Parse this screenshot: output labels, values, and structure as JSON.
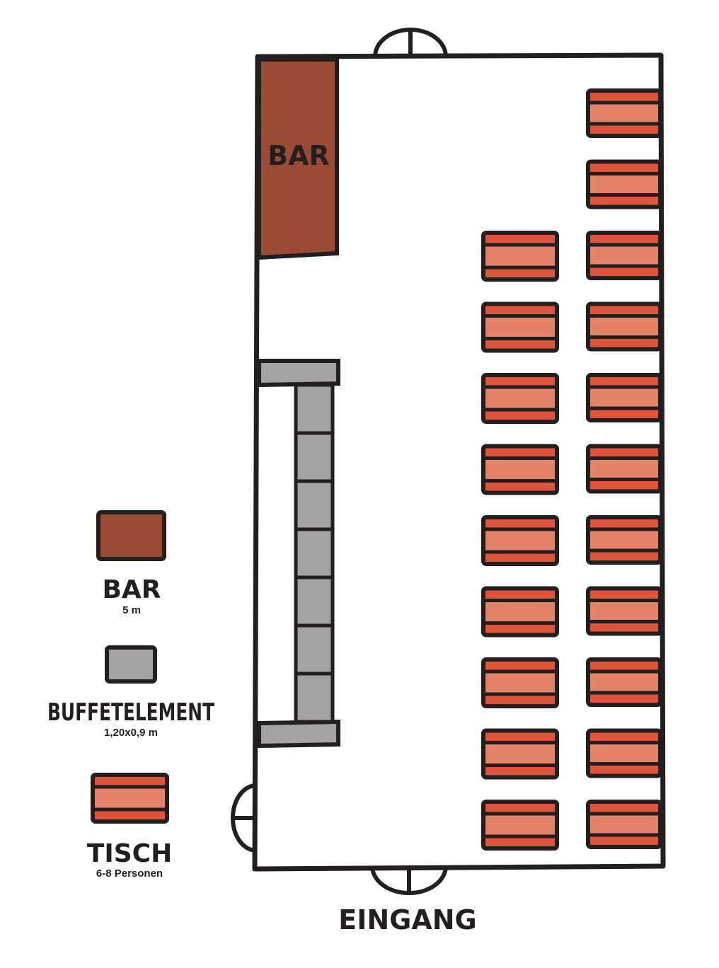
{
  "bar_label": "BAR",
  "entrance_label": "EINGANG",
  "legend": {
    "bar": {
      "label": "BAR",
      "sublabel": "5 m"
    },
    "buffet": {
      "label": "BUFFETELEMENT",
      "sublabel": "1,20x0,9 m"
    },
    "table": {
      "label": "TISCH",
      "sublabel": "6-8 Personen"
    }
  },
  "colors": {
    "outline": "#231f20",
    "bar": "#9b4b35",
    "buffet": "#a2a3a2",
    "table_stripe": "#e0543c",
    "table_fill": "#e4836a"
  },
  "tables": {
    "right_column_count": 11,
    "middle_column_count": 9
  },
  "buffet_segments": 7,
  "doors": [
    "door-top",
    "door-left",
    "door-bottom"
  ]
}
